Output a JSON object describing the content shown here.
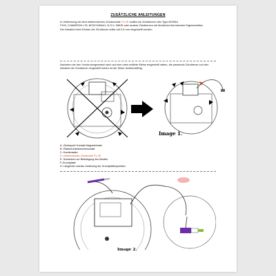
{
  "document": {
    "title": "ZUSÄTZLICHE ANLEITUNGEN",
    "intro": {
      "line1_pre": "In Verbindung mit dem elektronischen Zündmodule",
      "line1_model": "TV-2E",
      "line1_post": "sollten sie Zündkerzen des Typs BOSNA",
      "line2": "F100, CHAMPION L78, BOSCHW4A1, N.G.K. B8HS oder andere Zündkerzen mit ähnlichen thermischen Eigenschaften.",
      "line3": "Der Abstand beim Einbau der Zündkerze sollte auf 0.6 mm eingestellt werden."
    },
    "note": "Nachdem sie den Vorzündungswinkel nach auf eine oben erklärte Weise eingestellt haben, die passende Zündkerze und den Abstand der Zündkerze eingestellt haben ist der Motor funktionsfähig.",
    "image1_caption": "Image 1.",
    "image2_caption": "Image 2.",
    "legend": [
      {
        "text": "A- Zündspule/ Kontakt Magnetzünder",
        "accent": false
      },
      {
        "text": "B- Platine/Unterbrecherkontakt",
        "accent": false
      },
      {
        "text": "C- Kondensator",
        "accent": false
      },
      {
        "text": "D- elektronisches Zündmodel TV-2E",
        "accent": true
      },
      {
        "text": "E- Schrauben zur Befestigung des Models",
        "accent": false
      },
      {
        "text": "F-Grundplatte",
        "accent": false
      },
      {
        "text": "G- Länglicher zwecks Justierung der Grundplattenposition",
        "accent": false
      }
    ]
  },
  "colors": {
    "accent": "#d2501f",
    "wire_tip": "#6b2fa8",
    "wire_plug": "#7fbf3a",
    "callout_bg": "#f3a1a0"
  }
}
